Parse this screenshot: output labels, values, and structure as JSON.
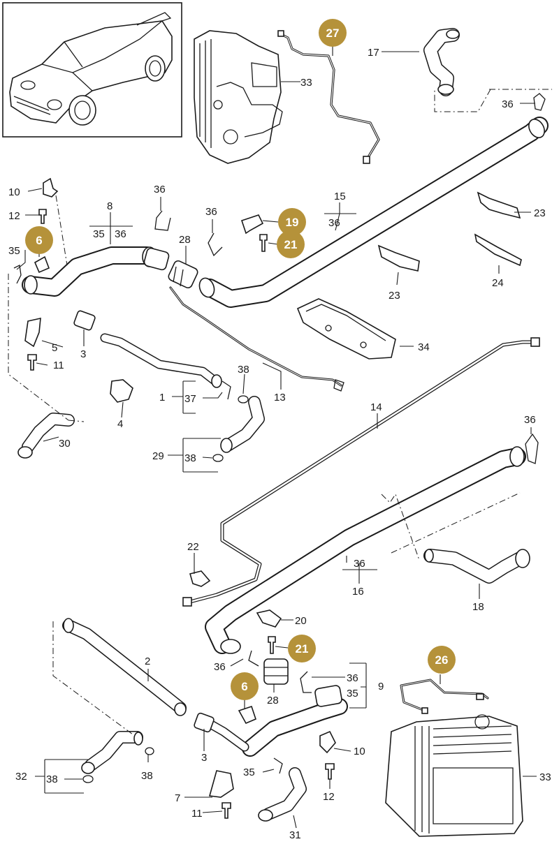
{
  "callouts": {
    "n1": "1",
    "n2": "2",
    "n3": "3",
    "n4": "4",
    "n5": "5",
    "n6": "6",
    "n7": "7",
    "n8": "8",
    "n9": "9",
    "n10": "10",
    "n11": "11",
    "n12": "12",
    "n13": "13",
    "n14": "14",
    "n15": "15",
    "n16": "16",
    "n17": "17",
    "n18": "18",
    "n19": "19",
    "n20": "20",
    "n21": "21",
    "n22": "22",
    "n23": "23",
    "n24": "24",
    "n26": "26",
    "n27": "27",
    "n28": "28",
    "n29": "29",
    "n30": "30",
    "n31": "31",
    "n32": "32",
    "n33": "33",
    "n34": "34",
    "n35": "35",
    "n36": "36",
    "n37": "37",
    "n38": "38"
  },
  "colors": {
    "badge": "#b5923a",
    "line": "#1a1a1a",
    "background": "#ffffff"
  }
}
